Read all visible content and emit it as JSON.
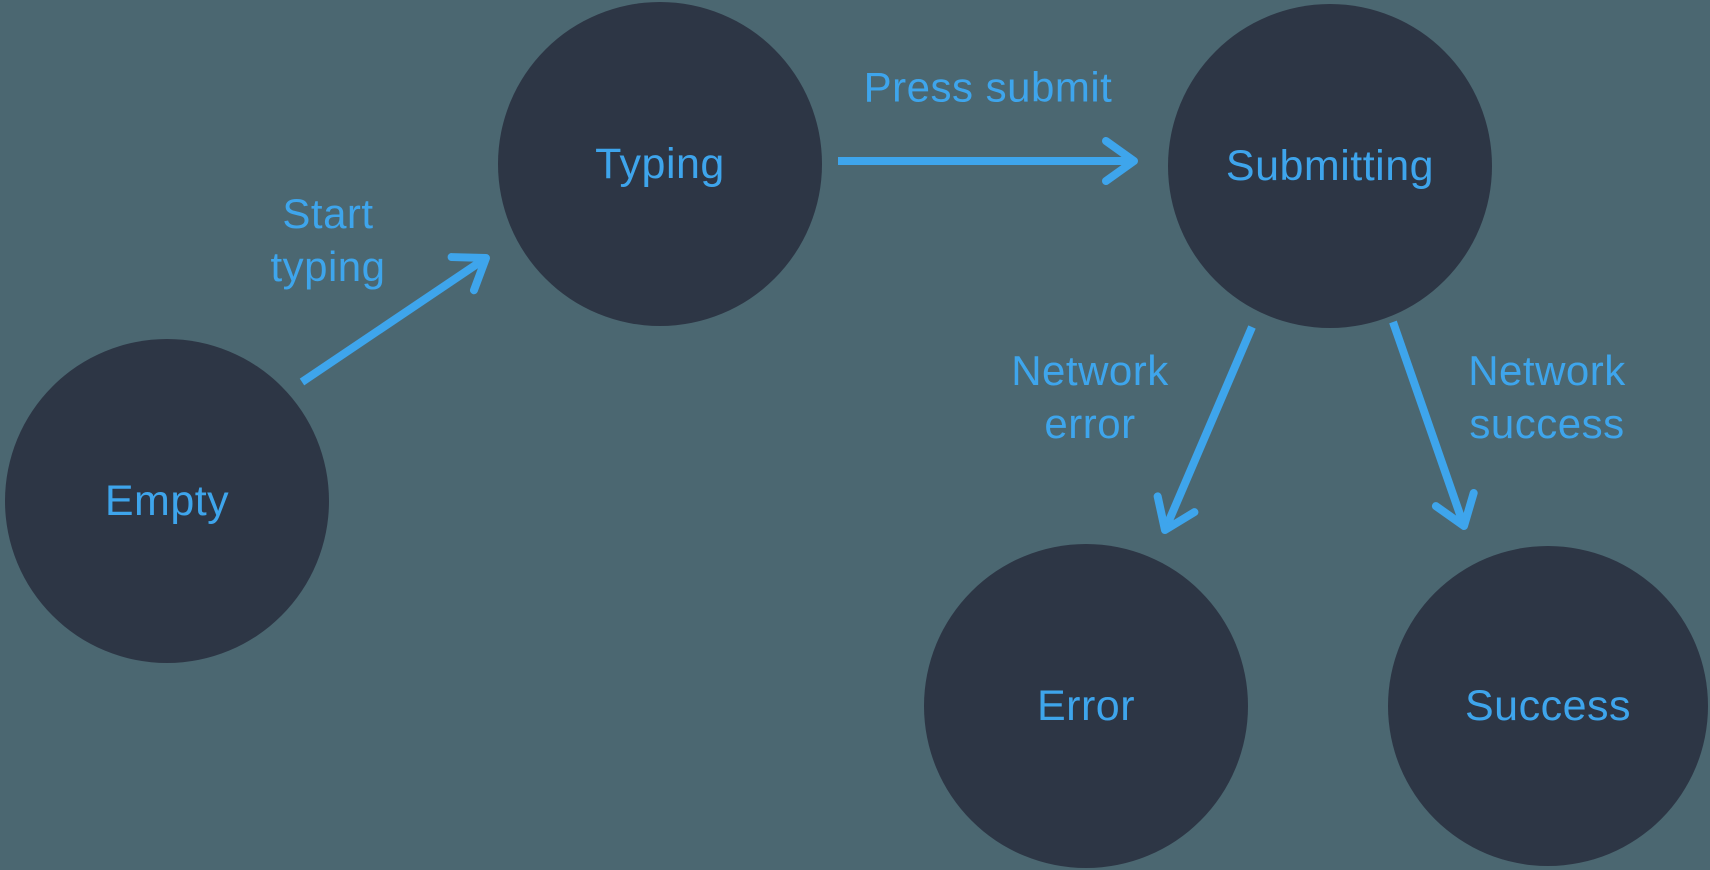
{
  "diagram": {
    "type": "state-machine",
    "colors": {
      "background": "#4b6771",
      "node": "#2d3645",
      "accent": "#3ea5ec"
    },
    "nodes": [
      {
        "id": "empty",
        "label": "Empty"
      },
      {
        "id": "typing",
        "label": "Typing"
      },
      {
        "id": "submitting",
        "label": "Submitting"
      },
      {
        "id": "error",
        "label": "Error"
      },
      {
        "id": "success",
        "label": "Success"
      }
    ],
    "edges": [
      {
        "id": "start-typing",
        "label": "Start typing",
        "from": "empty",
        "to": "typing"
      },
      {
        "id": "press-submit",
        "label": "Press submit",
        "from": "typing",
        "to": "submitting"
      },
      {
        "id": "network-error",
        "label": "Network error",
        "from": "submitting",
        "to": "error"
      },
      {
        "id": "network-success",
        "label": "Network success",
        "from": "submitting",
        "to": "success"
      }
    ]
  }
}
